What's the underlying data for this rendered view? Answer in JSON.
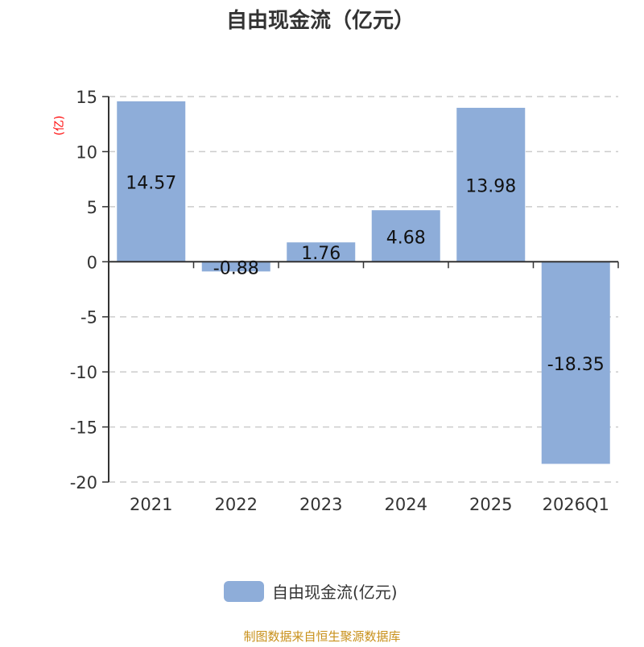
{
  "chart_data": {
    "type": "bar",
    "title": "自由现金流（亿元）",
    "ylabel": "(亿)",
    "xlabel": "",
    "categories": [
      "2021",
      "2022",
      "2023",
      "2024",
      "2025",
      "2026Q1"
    ],
    "series": [
      {
        "name": "自由现金流(亿元)",
        "values": [
          14.57,
          -0.88,
          1.76,
          4.68,
          13.98,
          -18.35
        ]
      }
    ],
    "value_labels": [
      "14.57",
      "-0.88",
      "1.76",
      "4.68",
      "13.98",
      "-18.35"
    ],
    "ylim": [
      -20,
      15
    ],
    "yticks": [
      15,
      10,
      5,
      0,
      -5,
      -10,
      -15,
      -20
    ],
    "grid": true,
    "legend": "bottom-center",
    "colors": {
      "bar": "#8eadd9",
      "ylabel": "#ff0000",
      "source": "#c8901a"
    }
  },
  "source": "制图数据来自恒生聚源数据库"
}
